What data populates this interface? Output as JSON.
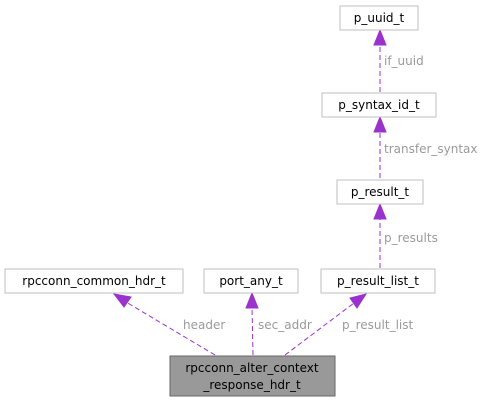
{
  "colors": {
    "edge": "#9a32cd",
    "node_border": "#bfbfbf",
    "root_fill": "#999999",
    "edge_label": "#9a9a9a"
  },
  "nodes": {
    "p_uuid_t": "p_uuid_t",
    "p_syntax_id_t": "p_syntax_id_t",
    "p_result_t": "p_result_t",
    "p_result_list_t": "p_result_list_t",
    "rpcconn_common_hdr_t": "rpcconn_common_hdr_t",
    "port_any_t": "port_any_t",
    "root_line1": "rpcconn_alter_context",
    "root_line2": "_response_hdr_t"
  },
  "edges": {
    "if_uuid": "if_uuid",
    "transfer_syntax": "transfer_syntax",
    "p_results": "p_results",
    "header": "header",
    "sec_addr": "sec_addr",
    "p_result_list": "p_result_list"
  }
}
